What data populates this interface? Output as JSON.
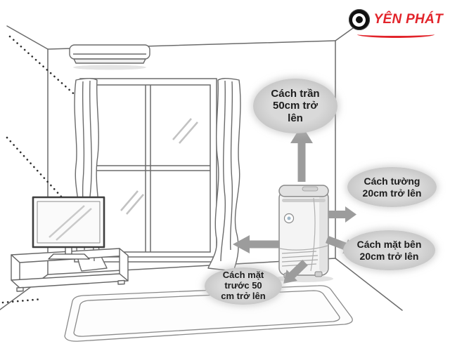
{
  "brand": {
    "name": "YÊN PHÁT",
    "color": "#e2242b"
  },
  "clearances": {
    "ceiling": "Cách trần\n50cm trở\nlên",
    "wall": "Cách tường\n20cm trở lên",
    "side": "Cách mặt bên\n20cm trở lên",
    "front": "Cách mặt\ntrước 50\ncm trở lên"
  },
  "colors": {
    "arrow_gray": "#9c9c9c",
    "bubble_gray": "#d5d5d5",
    "line_art_gray": "#6b6b6b",
    "brand_red": "#e2242b"
  }
}
